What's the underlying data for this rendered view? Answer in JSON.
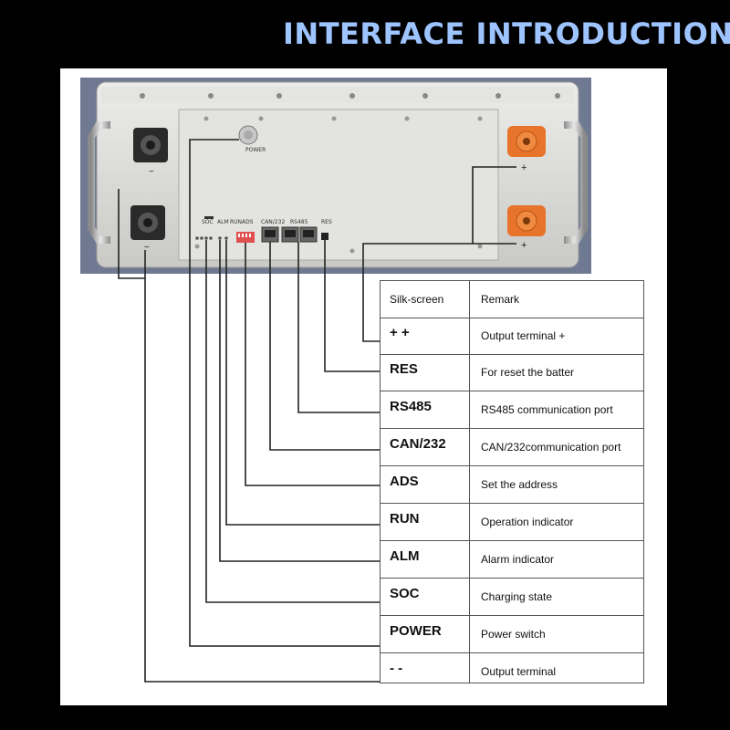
{
  "title": "INTERFACE INTRODUCTION",
  "device_labels": {
    "power": "POWER",
    "soc": "SOC",
    "alm": "ALM",
    "run": "RUN",
    "ads": "ADS",
    "can": "CAN/232",
    "rs485": "RS485",
    "res": "RES",
    "minus": "−",
    "plus": "+"
  },
  "table": {
    "header": {
      "silk": "Silk-screen",
      "remark": "Remark"
    },
    "rows": [
      {
        "silk": "+      +",
        "remark": "Output terminal +"
      },
      {
        "silk": "RES",
        "remark": "For reset the batter"
      },
      {
        "silk": "RS485",
        "remark": "RS485 communication port"
      },
      {
        "silk": "CAN/232",
        "remark": "CAN/232communication port"
      },
      {
        "silk": "ADS",
        "remark": "Set the address"
      },
      {
        "silk": "RUN",
        "remark": "Operation indicator"
      },
      {
        "silk": "ALM",
        "remark": "Alarm indicator"
      },
      {
        "silk": "SOC",
        "remark": "Charging state"
      },
      {
        "silk": "POWER",
        "remark": "Power switch"
      },
      {
        "silk": "-      -",
        "remark": "Output terminal"
      }
    ]
  },
  "colors": {
    "title": "#9ec4ff",
    "terminal_orange": "#e8732a",
    "case_grey": "#d9d9d6",
    "dip_switch": "#e05050"
  }
}
